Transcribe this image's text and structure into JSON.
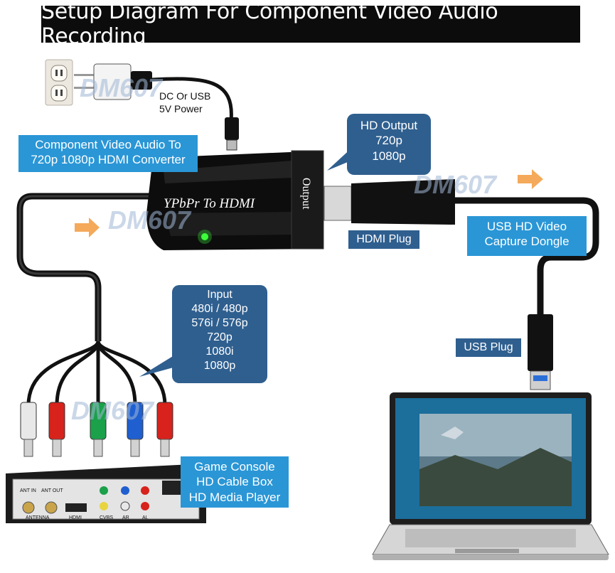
{
  "title": "Setup Diagram For Component Video Audio Recording",
  "power_label": [
    "DC Or USB",
    "5V Power"
  ],
  "converter_label": [
    "Component Video Audio To",
    "720p 1080p HDMI Converter"
  ],
  "converter_text": "YPbPr To HDMI",
  "output_port_text": "Output",
  "hd_output": [
    "HD Output",
    "720p",
    "1080p"
  ],
  "hdmi_plug_label": "HDMI Plug",
  "usb_dongle_label": [
    "USB HD Video",
    "Capture Dongle"
  ],
  "input_label": [
    "Input",
    "480i / 480p",
    "576i / 576p",
    "720p",
    "1080i",
    "1080p"
  ],
  "usb_plug_label": "USB Plug",
  "source_label": [
    "Game Console",
    "HD Cable Box",
    "HD Media Player"
  ],
  "watermark": "DM607",
  "box_port_labels": [
    "ANT IN",
    "ANT OUT",
    "ANTENNA",
    "HDMI",
    "CVBS",
    "AR",
    "AL"
  ],
  "rca_colors": [
    "#e8e8e8",
    "#d8221c",
    "#1aa14a",
    "#1f5fd0",
    "#d8221c"
  ],
  "accent_colors": {
    "callout_light": "#2a96d6",
    "callout_dark": "#2f5f8f",
    "arrow": "#f5a95a",
    "led": "#3dff3d"
  }
}
